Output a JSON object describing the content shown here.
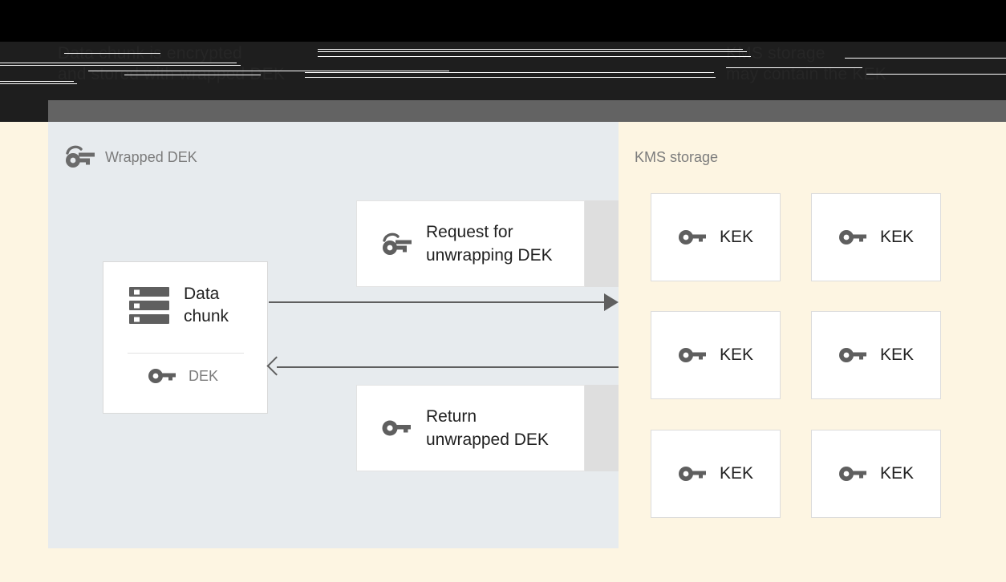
{
  "header": {
    "left_text": "Data chunk is encrypted\nand stored with wrapped DEK",
    "right_text": "KMS storage\nmay contain the KEK"
  },
  "panels": {
    "left": {
      "title": "Wrapped DEK",
      "title_icon": "wrapped-key-icon"
    },
    "right": {
      "title": "KMS storage"
    }
  },
  "data_chunk_card": {
    "icon": "storage-icon",
    "label": "Data\nchunk",
    "key_icon": "key-icon",
    "key_label": "DEK"
  },
  "messages": [
    {
      "id": "request",
      "icon": "wrapped-key-icon",
      "label": "Request for\nunwrapping DEK"
    },
    {
      "id": "return",
      "icon": "key-icon",
      "label": "Return\nunwrapped DEK"
    }
  ],
  "arrows": [
    {
      "id": "request-arrow",
      "direction": "right"
    },
    {
      "id": "return-arrow",
      "direction": "left"
    }
  ],
  "kek_cards": [
    {
      "icon": "key-icon",
      "label": "KEK"
    },
    {
      "icon": "key-icon",
      "label": "KEK"
    },
    {
      "icon": "key-icon",
      "label": "KEK"
    },
    {
      "icon": "key-icon",
      "label": "KEK"
    },
    {
      "icon": "key-icon",
      "label": "KEK"
    },
    {
      "icon": "key-icon",
      "label": "KEK"
    }
  ],
  "colors": {
    "page_background": "#fdf5e2",
    "left_panel": "#e7ebee",
    "header_dark": "#1e1e1e",
    "header_gray_strip": "#636363",
    "icon_gray": "#5f5f5f",
    "text_dark": "#212121",
    "text_muted": "#7c7c7c",
    "card_white": "#ffffff",
    "card_shadow": "#dedede"
  }
}
